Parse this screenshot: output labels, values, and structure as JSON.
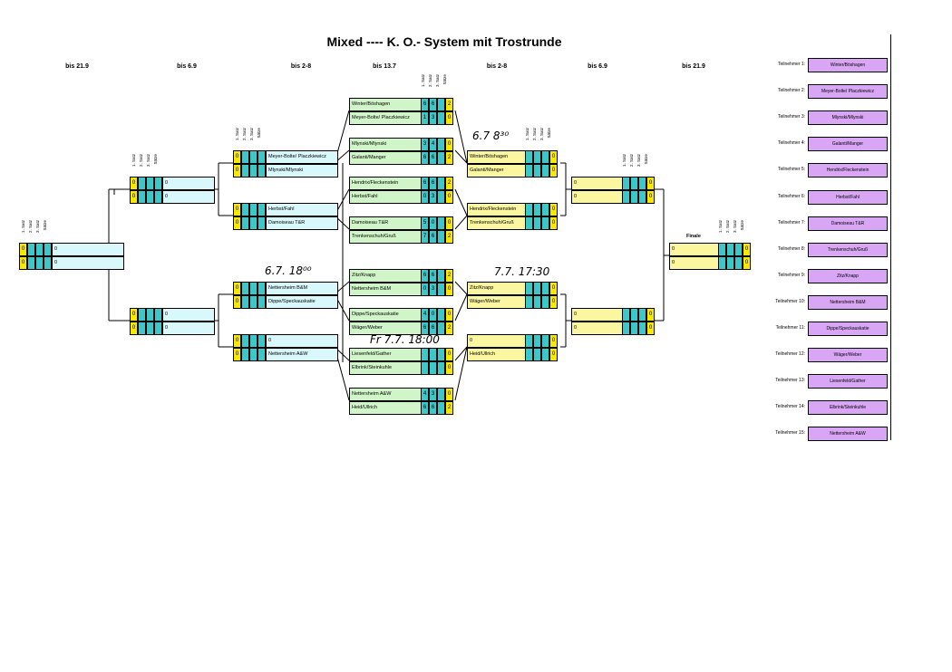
{
  "title": "Mixed ----  K. O.- System mit Trostrunde",
  "rounds": [
    "bis 21.9",
    "bis 6.9",
    "bis 2-8",
    "bis 13.7",
    "bis 2-8",
    "bis 6.9",
    "bis 21.9"
  ],
  "set_headers": {
    "s1": "1. Satz",
    "s2": "2. Satz",
    "s3": "3. Satz",
    "saetze": "Sätze"
  },
  "finale": "Finale",
  "handwritten": [
    "6.7 8³⁰",
    "6.7. 18⁰⁰",
    "7.7.   17:30",
    "Fr 7.7. 18:00"
  ],
  "main_round1": [
    {
      "p1": "Winter/Böshagen",
      "a": [
        "6",
        "6",
        "",
        "2"
      ],
      "p2": "Meyer-Bolte/ Placzkiewicz",
      "b": [
        "1",
        "3",
        "",
        "0"
      ]
    },
    {
      "p1": "Mlynski/Mlynski",
      "a": [
        "3",
        "4",
        "",
        "0"
      ],
      "p2": "Galanti/Manger",
      "b": [
        "6",
        "6",
        "",
        "2"
      ]
    },
    {
      "p1": "Hendrix/Fleckenstein",
      "a": [
        "6",
        "6",
        "",
        "2"
      ],
      "p2": "Herbst/Fahl",
      "b": [
        "0",
        "3",
        "",
        "0"
      ]
    },
    {
      "p1": "Damoiseau T&R",
      "a": [
        "5",
        "0",
        "",
        "0"
      ],
      "p2": "Trenkenschuh/Gruß",
      "b": [
        "7",
        "6",
        "",
        "2"
      ]
    },
    {
      "p1": "Zitz/Knapp",
      "a": [
        "6",
        "6",
        "",
        "2"
      ],
      "p2": "Nettersheim B&M",
      "b": [
        "0",
        "3",
        "",
        "0"
      ]
    },
    {
      "p1": "Dippe/Speckauskatie",
      "a": [
        "4",
        "0",
        "",
        "0"
      ],
      "p2": "Wäger/Weber",
      "b": [
        "6",
        "6",
        "",
        "2"
      ]
    },
    {
      "p1": "Liesenfeld/Gather",
      "a": [
        "",
        "",
        "",
        "0"
      ],
      "p2": "Elbrink/Steinkuhle",
      "b": [
        "",
        "",
        "",
        "0"
      ]
    },
    {
      "p1": "Nettersheim A&W",
      "a": [
        "4",
        "3",
        "",
        "0"
      ],
      "p2": "Heid/Ullrich",
      "b": [
        "6",
        "6",
        "",
        "2"
      ]
    }
  ],
  "main_round2": [
    {
      "p1": "Winter/Böshagen",
      "p2": "Galanti/Manger",
      "s1": "0",
      "s2": "0"
    },
    {
      "p1": "Hendrix/Fleckenstein",
      "p2": "Trenkenschuh/Gruß",
      "s1": "0",
      "s2": "0"
    },
    {
      "p1": "Zitz/Knapp",
      "p2": "Wäger/Weber",
      "s1": "0",
      "s2": "0"
    },
    {
      "p1": "0",
      "p2": "Heid/Ullrich",
      "s1": "0",
      "s2": "0"
    }
  ],
  "main_round3": [
    {
      "p1": "0",
      "p2": "0",
      "s1": "0",
      "s2": "0"
    },
    {
      "p1": "0",
      "p2": "0",
      "s1": "0",
      "s2": "0"
    }
  ],
  "main_final": {
    "p1": "0",
    "p2": "0",
    "s1": "0",
    "s2": "0"
  },
  "cons_round1": [
    {
      "p1": "Meyer-Bolte/ Placzkiewicz",
      "p2": "Mlynski/Mlynski",
      "s1": "0",
      "s2": "0"
    },
    {
      "p1": "Herbst/Fahl",
      "p2": "Damoiseau T&R",
      "s1": "0",
      "s2": "0"
    },
    {
      "p1": "Nettersheim B&M",
      "p2": "Dippe/Speckauskatie",
      "s1": "0",
      "s2": "0"
    },
    {
      "p1": "0",
      "p2": "Nettersheim A&W",
      "s1": "0",
      "s2": "0"
    }
  ],
  "cons_round2": [
    {
      "p1": "0",
      "p2": "0",
      "s1": "0",
      "s2": "0"
    },
    {
      "p1": "0",
      "p2": "0",
      "s1": "0",
      "s2": "0"
    }
  ],
  "cons_final": {
    "p1": "0",
    "p2": "0",
    "s1": "0",
    "s2": "0"
  },
  "participants": [
    {
      "label": "Teilnehmer 1:",
      "name": "Winter/Böshagen"
    },
    {
      "label": "Teilnehmer 2:",
      "name": "Meyer-Bolte/ Placzkiewicz"
    },
    {
      "label": "Teilnehmer 3:",
      "name": "Mlynski/Mlynski"
    },
    {
      "label": "Teilnehmer 4:",
      "name": "Galanti/Manger"
    },
    {
      "label": "Teilnehmer 5:",
      "name": "Hendrix/Fleckenstein"
    },
    {
      "label": "Teilnehmer 6:",
      "name": "Herbst/Fahl"
    },
    {
      "label": "Teilnehmer 7:",
      "name": "Damoiseau T&R"
    },
    {
      "label": "Teilnehmer 8:",
      "name": "Trenkenschuh/Gruß"
    },
    {
      "label": "Teilnehmer 9:",
      "name": "Zitz/Knapp"
    },
    {
      "label": "Teilnehmer 10:",
      "name": "Nettersheim B&M"
    },
    {
      "label": "Teilnehmer 11:",
      "name": "Dippe/Speckauskatie"
    },
    {
      "label": "Teilnehmer 12:",
      "name": "Wäger/Weber"
    },
    {
      "label": "Teilnehmer 13:",
      "name": "Liesenfeld/Gather"
    },
    {
      "label": "Teilnehmer 14:",
      "name": "Elbrink/Steinkuhle"
    },
    {
      "label": "Teilnehmer 15:",
      "name": "Nettersheim A&W"
    }
  ]
}
